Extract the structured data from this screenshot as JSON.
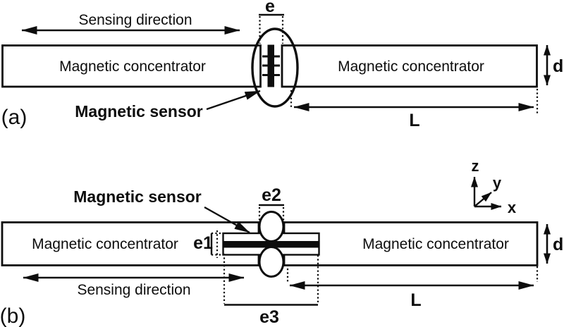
{
  "figure": {
    "colors": {
      "ink": "#0d0d0d",
      "background": "#ffffff"
    },
    "panel_a": {
      "label": "(a)",
      "sensing_direction": "Sensing direction",
      "concentrator_left": "Magnetic concentrator",
      "concentrator_right": "Magnetic concentrator",
      "magnetic_sensor": "Magnetic sensor",
      "dim_e": "e",
      "dim_d": "d",
      "dim_L": "L"
    },
    "panel_b": {
      "label": "(b)",
      "magnetic_sensor": "Magnetic sensor",
      "concentrator_left": "Magnetic concentrator",
      "concentrator_right": "Magnetic concentrator",
      "sensing_direction": "Sensing direction",
      "dim_e1": "e1",
      "dim_e2": "e2",
      "dim_e3": "e3",
      "dim_d": "d",
      "dim_L": "L",
      "axis_z": "z",
      "axis_y": "y",
      "axis_x": "x"
    }
  }
}
